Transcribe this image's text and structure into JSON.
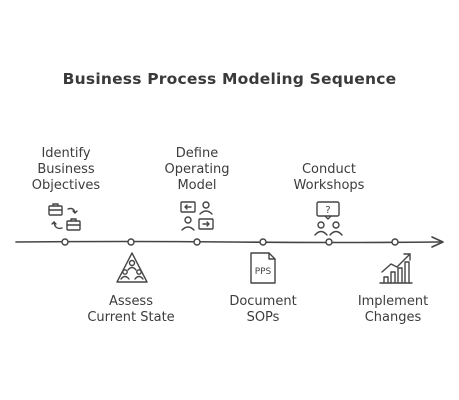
{
  "title": "Business Process Modeling Sequence",
  "colors": {
    "stroke": "#444444",
    "text": "#3c3c3c",
    "background": "#ffffff"
  },
  "steps": [
    {
      "label": "Identify\nBusiness\nObjectives",
      "icon": "briefcase-exchange-icon"
    },
    {
      "label": "Assess\nCurrent State",
      "icon": "pyramid-people-icon"
    },
    {
      "label": "Define\nOperating\nModel",
      "icon": "people-exchange-icon"
    },
    {
      "label": "Document\nSOPs",
      "icon": "pps-document-icon"
    },
    {
      "label": "Conduct\nWorkshops",
      "icon": "question-discussion-icon"
    },
    {
      "label": "Implement\nChanges",
      "icon": "growth-chart-icon"
    }
  ]
}
